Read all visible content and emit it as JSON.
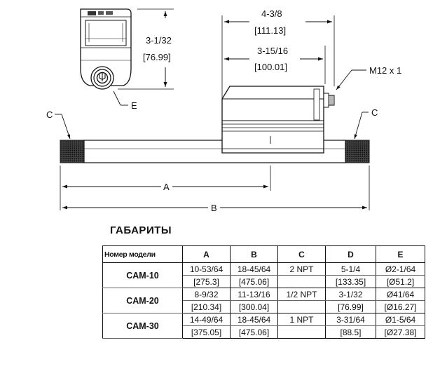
{
  "drawing": {
    "side_height_frac": "3-1/32",
    "side_height_mm": "[76.99]",
    "overall_length_frac": "4-3/8",
    "overall_length_mm": "[111.13]",
    "body_length_frac": "3-15/16",
    "body_length_mm": "[100.01]",
    "connector_label": "M12 x 1",
    "label_a": "A",
    "label_b": "B",
    "label_c": "C",
    "label_e": "E"
  },
  "dimensions": {
    "title": "ГАБАРИТЫ",
    "columns": [
      "Номер модели",
      "A",
      "B",
      "C",
      "D",
      "E"
    ],
    "models": [
      {
        "model": "CAM-10",
        "inch": [
          "10-53/64",
          "18-45/64",
          "2 NPT",
          "5-1/4",
          "Ø2-1/64"
        ],
        "mm": [
          "[275.3]",
          "[475.06]",
          "",
          "[133.35]",
          "[Ø51.2]"
        ]
      },
      {
        "model": "CAM-20",
        "inch": [
          "8-9/32",
          "11-13/16",
          "1/2 NPT",
          "3-1/32",
          "Ø41/64"
        ],
        "mm": [
          "[210.34]",
          "[300.04]",
          "",
          "[76.99]",
          "[Ø16.27]"
        ]
      },
      {
        "model": "CAM-30",
        "inch": [
          "14-49/64",
          "18-45/64",
          "1 NPT",
          "3-31/64",
          "Ø1-5/64"
        ],
        "mm": [
          "[375.05]",
          "[475.06]",
          "",
          "[88.5]",
          "[Ø27.38]"
        ]
      }
    ]
  }
}
